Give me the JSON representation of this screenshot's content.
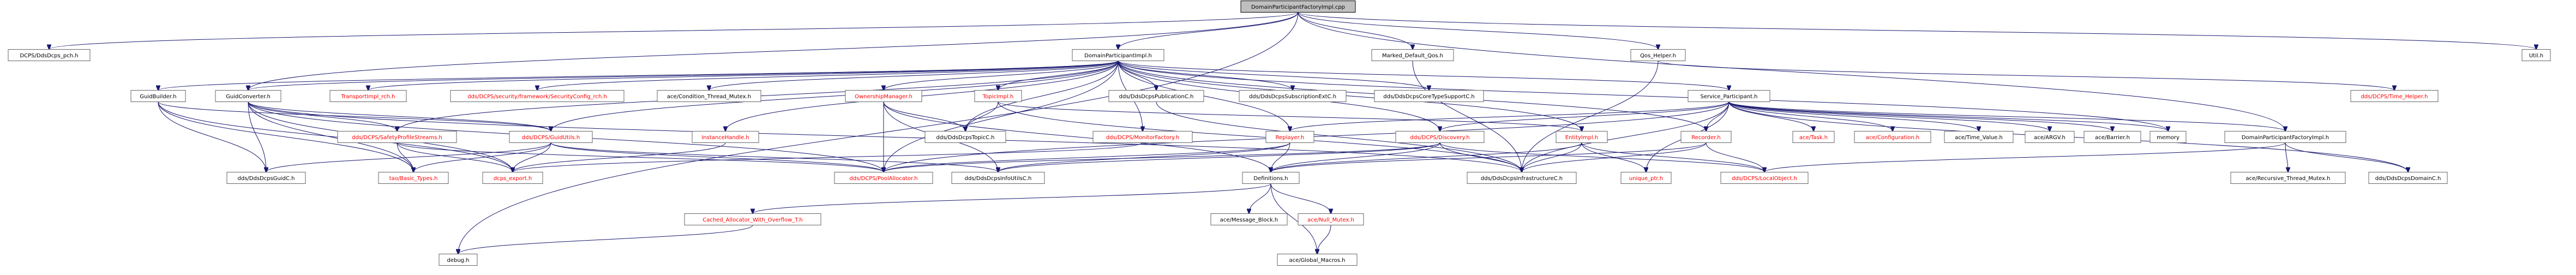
{
  "graph": {
    "root": "DomainParticipantFactoryImpl.cpp",
    "nodes": [
      {
        "id": "root",
        "label": "DomainParticipantFactoryImpl.cpp",
        "style": "root"
      },
      {
        "id": "pch",
        "label": "DCPS/DdsDcps_pch.h",
        "style": "normal"
      },
      {
        "id": "dpi",
        "label": "DomainParticipantImpl.h",
        "style": "normal"
      },
      {
        "id": "mdq",
        "label": "Marked_Default_Qos.h",
        "style": "normal"
      },
      {
        "id": "qosh",
        "label": "Qos_Helper.h",
        "style": "normal"
      },
      {
        "id": "util",
        "label": "Util.h",
        "style": "normal"
      },
      {
        "id": "guidb",
        "label": "GuidBuilder.h",
        "style": "normal"
      },
      {
        "id": "guidc",
        "label": "GuidConverter.h",
        "style": "normal"
      },
      {
        "id": "transrch",
        "label": "TransportImpl_rch.h",
        "style": "missing"
      },
      {
        "id": "secrch",
        "label": "dds/DCPS/security/framework/SecurityConfig_rch.h",
        "style": "missing"
      },
      {
        "id": "condmtx",
        "label": "ace/Condition_Thread_Mutex.h",
        "style": "normal"
      },
      {
        "id": "ownmgr",
        "label": "OwnershipManager.h",
        "style": "missing"
      },
      {
        "id": "topicimpl",
        "label": "TopicImpl.h",
        "style": "missing"
      },
      {
        "id": "pubc",
        "label": "dds/DdsDcpsPublicationC.h",
        "style": "normal"
      },
      {
        "id": "subextc",
        "label": "dds/DdsDcpsSubscriptionExtC.h",
        "style": "normal"
      },
      {
        "id": "coretypec",
        "label": "dds/DdsDcpsCoreTypeSupportC.h",
        "style": "normal"
      },
      {
        "id": "svcpart",
        "label": "Service_Participant.h",
        "style": "normal"
      },
      {
        "id": "timehelper",
        "label": "dds/DCPS/Time_Helper.h",
        "style": "missing"
      },
      {
        "id": "safety",
        "label": "dds/DCPS/SafetyProfileStreams.h",
        "style": "missing"
      },
      {
        "id": "guidutils",
        "label": "dds/DCPS/GuidUtils.h",
        "style": "missing"
      },
      {
        "id": "insthandle",
        "label": "InstanceHandle.h",
        "style": "missing"
      },
      {
        "id": "topicc",
        "label": "dds/DdsDcpsTopicC.h",
        "style": "normal"
      },
      {
        "id": "monfact",
        "label": "dds/DCPS/MonitorFactory.h",
        "style": "missing"
      },
      {
        "id": "replayer",
        "label": "Replayer.h",
        "style": "missing"
      },
      {
        "id": "discovery",
        "label": "dds/DCPS/Discovery.h",
        "style": "missing"
      },
      {
        "id": "entityimpl",
        "label": "EntityImpl.h",
        "style": "missing"
      },
      {
        "id": "recorder",
        "label": "Recorder.h",
        "style": "missing"
      },
      {
        "id": "task",
        "label": "ace/Task.h",
        "style": "missing"
      },
      {
        "id": "aceconf",
        "label": "ace/Configuration.h",
        "style": "missing"
      },
      {
        "id": "timevalue",
        "label": "ace/Time_Value.h",
        "style": "normal"
      },
      {
        "id": "arghv",
        "label": "ace/ARGV.h",
        "style": "normal"
      },
      {
        "id": "barrier",
        "label": "ace/Barrier.h",
        "style": "normal"
      },
      {
        "id": "memory",
        "label": "memory",
        "style": "normal"
      },
      {
        "id": "dpfi",
        "label": "DomainParticipantFactoryImpl.h",
        "style": "normal"
      },
      {
        "id": "guidc2",
        "label": "dds/DdsDcpsGuidC.h",
        "style": "normal"
      },
      {
        "id": "basictypes",
        "label": "tao/Basic_Types.h",
        "style": "missing"
      },
      {
        "id": "dcpsexport",
        "label": "dcps_export.h",
        "style": "missing"
      },
      {
        "id": "poolalloc",
        "label": "dds/DCPS/PoolAllocator.h",
        "style": "missing"
      },
      {
        "id": "infoutilc",
        "label": "dds/DdsDcpsInfoUtilsC.h",
        "style": "normal"
      },
      {
        "id": "definitions",
        "label": "Definitions.h",
        "style": "normal"
      },
      {
        "id": "infrac",
        "label": "dds/DdsDcpsInfrastructureC.h",
        "style": "normal"
      },
      {
        "id": "uniqueptr",
        "label": "unique_ptr.h",
        "style": "missing"
      },
      {
        "id": "localobj",
        "label": "dds/DCPS/LocalObject.h",
        "style": "missing"
      },
      {
        "id": "recmutex",
        "label": "ace/Recursive_Thread_Mutex.h",
        "style": "normal"
      },
      {
        "id": "domainc",
        "label": "dds/DdsDcpsDomainC.h",
        "style": "normal"
      },
      {
        "id": "cached",
        "label": "Cached_Allocator_With_Overflow_T.h",
        "style": "missing"
      },
      {
        "id": "msgblock",
        "label": "ace/Message_Block.h",
        "style": "normal"
      },
      {
        "id": "nullmutex",
        "label": "ace/Null_Mutex.h",
        "style": "missing"
      },
      {
        "id": "debug",
        "label": "debug.h",
        "style": "normal"
      },
      {
        "id": "globalmacros",
        "label": "ace/Global_Macros.h",
        "style": "normal"
      }
    ],
    "edges": [
      [
        "root",
        "pch"
      ],
      [
        "root",
        "dpi"
      ],
      [
        "root",
        "mdq"
      ],
      [
        "root",
        "qosh"
      ],
      [
        "root",
        "util"
      ],
      [
        "root",
        "dpfi"
      ],
      [
        "root",
        "guidc"
      ],
      [
        "root",
        "debug"
      ],
      [
        "dpi",
        "guidb"
      ],
      [
        "dpi",
        "guidc"
      ],
      [
        "dpi",
        "transrch"
      ],
      [
        "dpi",
        "secrch"
      ],
      [
        "dpi",
        "condmtx"
      ],
      [
        "dpi",
        "ownmgr"
      ],
      [
        "dpi",
        "topicimpl"
      ],
      [
        "dpi",
        "pubc"
      ],
      [
        "dpi",
        "subextc"
      ],
      [
        "dpi",
        "coretypec"
      ],
      [
        "dpi",
        "svcpart"
      ],
      [
        "dpi",
        "safety"
      ],
      [
        "dpi",
        "guidutils"
      ],
      [
        "dpi",
        "insthandle"
      ],
      [
        "dpi",
        "topicc"
      ],
      [
        "dpi",
        "monfact"
      ],
      [
        "dpi",
        "replayer"
      ],
      [
        "dpi",
        "discovery"
      ],
      [
        "dpi",
        "entityimpl"
      ],
      [
        "dpi",
        "recorder"
      ],
      [
        "dpi",
        "memory"
      ],
      [
        "dpi",
        "poolalloc"
      ],
      [
        "guidb",
        "guidc2"
      ],
      [
        "guidb",
        "guidutils"
      ],
      [
        "guidb",
        "basictypes"
      ],
      [
        "guidb",
        "dcpsexport"
      ],
      [
        "guidc",
        "guidutils"
      ],
      [
        "guidc",
        "guidc2"
      ],
      [
        "guidc",
        "basictypes"
      ],
      [
        "guidc",
        "safety"
      ],
      [
        "guidc",
        "dcpsexport"
      ],
      [
        "guidc",
        "poolalloc"
      ],
      [
        "guidc",
        "infrac"
      ],
      [
        "safety",
        "poolalloc"
      ],
      [
        "safety",
        "dcpsexport"
      ],
      [
        "safety",
        "basictypes"
      ],
      [
        "guidutils",
        "guidc2"
      ],
      [
        "guidutils",
        "basictypes"
      ],
      [
        "guidutils",
        "dcpsexport"
      ],
      [
        "guidutils",
        "poolalloc"
      ],
      [
        "guidutils",
        "infoutilc"
      ],
      [
        "insthandle",
        "dcpsexport"
      ],
      [
        "ownmgr",
        "topicc"
      ],
      [
        "ownmgr",
        "poolalloc"
      ],
      [
        "ownmgr",
        "infoutilc"
      ],
      [
        "ownmgr",
        "definitions"
      ],
      [
        "topicimpl",
        "topicc"
      ],
      [
        "topicimpl",
        "entityimpl"
      ],
      [
        "topicimpl",
        "infrac"
      ],
      [
        "monfact",
        "dcpsexport"
      ],
      [
        "replayer",
        "poolalloc"
      ],
      [
        "replayer",
        "infoutilc"
      ],
      [
        "replayer",
        "definitions"
      ],
      [
        "discovery",
        "poolalloc"
      ],
      [
        "discovery",
        "infoutilc"
      ],
      [
        "discovery",
        "definitions"
      ],
      [
        "discovery",
        "infrac"
      ],
      [
        "discovery",
        "localobj"
      ],
      [
        "entityimpl",
        "definitions"
      ],
      [
        "entityimpl",
        "infrac"
      ],
      [
        "entityimpl",
        "localobj"
      ],
      [
        "entityimpl",
        "uniqueptr"
      ],
      [
        "recorder",
        "definitions"
      ],
      [
        "recorder",
        "localobj"
      ],
      [
        "recorder",
        "infrac"
      ],
      [
        "svcpart",
        "task"
      ],
      [
        "svcpart",
        "aceconf"
      ],
      [
        "svcpart",
        "timevalue"
      ],
      [
        "svcpart",
        "arghv"
      ],
      [
        "svcpart",
        "barrier"
      ],
      [
        "svcpart",
        "memory"
      ],
      [
        "svcpart",
        "dpfi"
      ],
      [
        "svcpart",
        "recorder"
      ],
      [
        "svcpart",
        "replayer"
      ],
      [
        "svcpart",
        "discovery"
      ],
      [
        "svcpart",
        "uniqueptr"
      ],
      [
        "svcpart",
        "infrac"
      ],
      [
        "svcpart",
        "domainc"
      ],
      [
        "svcpart",
        "poolalloc"
      ],
      [
        "dpfi",
        "recmutex"
      ],
      [
        "dpfi",
        "domainc"
      ],
      [
        "dpfi",
        "localobj"
      ],
      [
        "definitions",
        "cached"
      ],
      [
        "definitions",
        "msgblock"
      ],
      [
        "definitions",
        "nullmutex"
      ],
      [
        "definitions",
        "globalmacros"
      ],
      [
        "cached",
        "debug"
      ],
      [
        "nullmutex",
        "globalmacros"
      ],
      [
        "qosh",
        "infrac"
      ],
      [
        "qosh",
        "timehelper"
      ],
      [
        "mdq",
        "infrac"
      ],
      [
        "pubc",
        "infrac"
      ]
    ]
  },
  "colors": {
    "edge": "#191970",
    "root_fill": "#bfbfbf",
    "missing_text": "#ff0000",
    "box_border": "#666666"
  }
}
